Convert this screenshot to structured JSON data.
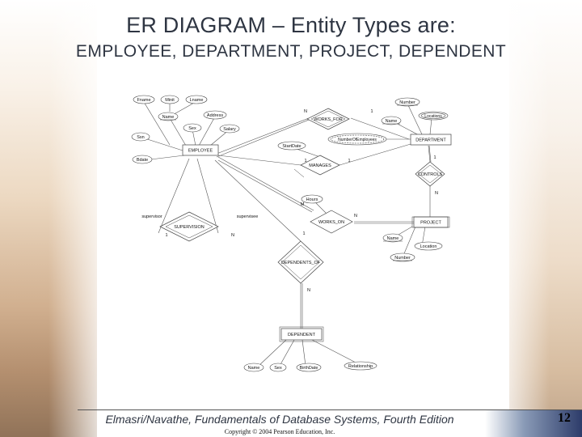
{
  "title": "ER DIAGRAM – Entity Types are:",
  "subtitle": "EMPLOYEE, DEPARTMENT, PROJECT, DEPENDENT",
  "diagram": {
    "entities": {
      "employee": "EMPLOYEE",
      "department": "DEPARTMENT",
      "project": "PROJECT",
      "dependent": "DEPENDENT"
    },
    "relationships": {
      "works_for": "WORKS_FOR",
      "manages": "MANAGES",
      "controls": "CONTROLS",
      "works_on": "WORKS_ON",
      "supervision": "SUPERVISION",
      "dependents_of": "DEPENDENTS_OF"
    },
    "attributes": {
      "fname": "Fname",
      "minit": "Minit",
      "lname": "Lname",
      "emp_name": "Name",
      "address": "Address",
      "sex": "Sex",
      "salary": "Salary",
      "ssn": "Ssn",
      "bdate": "Bdate",
      "number": "Number",
      "dept_name": "Name",
      "locations": "Locations",
      "num_employees": "NumberOfEmployees",
      "start_date": "StartDate",
      "hours": "Hours",
      "proj_name": "Name",
      "location": "Location",
      "proj_number": "Number",
      "dep_name": "Name",
      "dep_sex": "Sex",
      "birth_date": "BirthDate",
      "relationship": "Relationship"
    },
    "roles": {
      "supervisor": "supervisor",
      "supervisee": "supervisee"
    },
    "cardinalities": {
      "wf_n": "N",
      "wf_1": "1",
      "mg_emp": "1",
      "mg_dept": "1",
      "ct_dept": "1",
      "ct_proj": "N",
      "wo_m": "M",
      "wo_n": "N",
      "sup_1": "1",
      "sup_n": "N",
      "dep_1": "1",
      "dep_n": "N"
    }
  },
  "footer": {
    "text": "Elmasri/Navathe, Fundamentals of Database Systems, Fourth Edition",
    "copyright": "Copyright © 2004 Pearson Education, Inc.",
    "page": "12"
  }
}
